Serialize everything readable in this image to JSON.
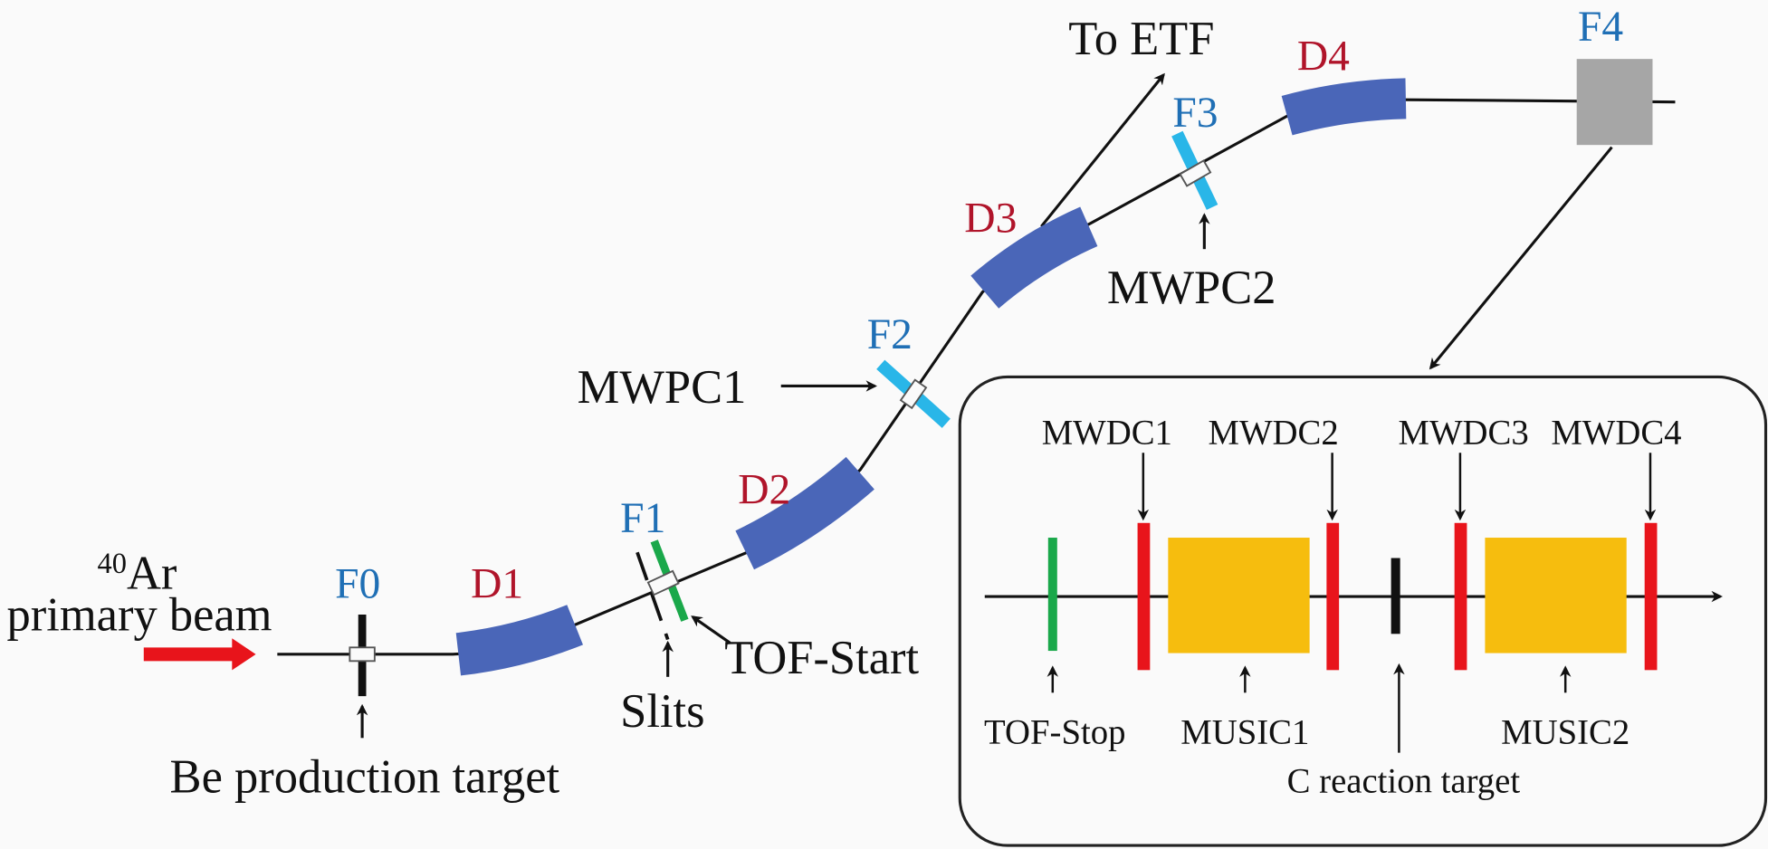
{
  "colors": {
    "dipole": "#4a66b8",
    "focal_label": "#1f6fb5",
    "dipole_label": "#b0142a",
    "detector": "#29b6e8",
    "tof": "#1aa84a",
    "slit": "#111111",
    "mwdc": "#e8141b",
    "music": "#f6bd0e",
    "beam_arrow": "#e8141b",
    "f4": "#a6a6a6"
  },
  "beam": {
    "mass_number": "40",
    "element": "Ar",
    "line2": "primary beam"
  },
  "focal_planes": {
    "f0": "F0",
    "f1": "F1",
    "f2": "F2",
    "f3": "F3",
    "f4": "F4"
  },
  "dipoles": {
    "d1": "D1",
    "d2": "D2",
    "d3": "D3",
    "d4": "D4"
  },
  "labels": {
    "to_etf": "To ETF",
    "mwpc1": "MWPC1",
    "mwpc2": "MWPC2",
    "slits": "Slits",
    "tof_start": "TOF-Start",
    "be_target": "Be production target"
  },
  "inset": {
    "mwdc1": "MWDC1",
    "mwdc2": "MWDC2",
    "mwdc3": "MWDC3",
    "mwdc4": "MWDC4",
    "tof_stop": "TOF-Stop",
    "music1": "MUSIC1",
    "music2": "MUSIC2",
    "c_target": "C reaction target"
  }
}
